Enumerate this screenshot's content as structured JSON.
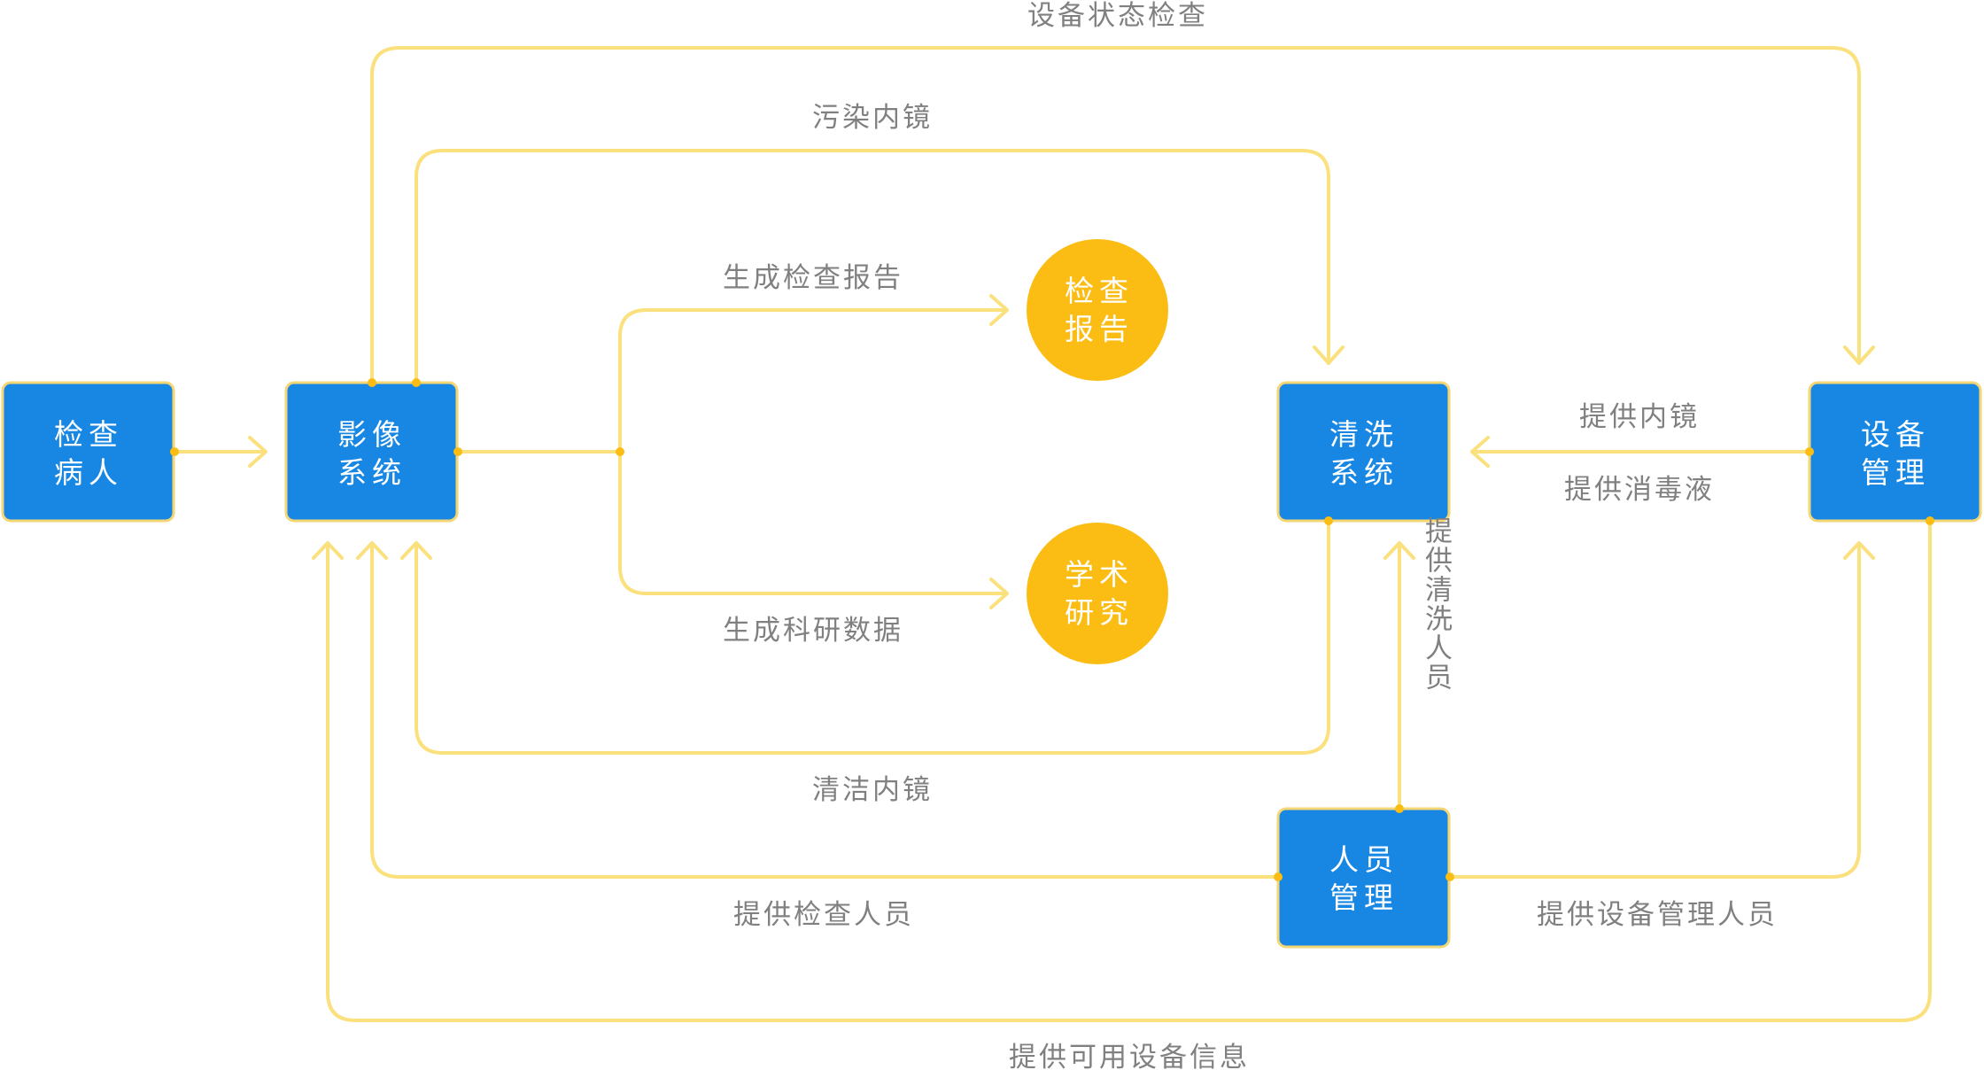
{
  "colors": {
    "node": "#1787e3",
    "node_border": "#f5d675",
    "circle": "#fbbd14",
    "line": "#fbe07e",
    "dot": "#fbbd14",
    "label": "#808080"
  },
  "nodes": {
    "patient": {
      "line1": "检查",
      "line2": "病人"
    },
    "imaging": {
      "line1": "影像",
      "line2": "系统"
    },
    "cleaning": {
      "line1": "清洗",
      "line2": "系统"
    },
    "equipment": {
      "line1": "设备",
      "line2": "管理"
    },
    "personnel": {
      "line1": "人员",
      "line2": "管理"
    },
    "report": {
      "line1": "检查",
      "line2": "报告"
    },
    "research": {
      "line1": "学术",
      "line2": "研究"
    }
  },
  "labels": {
    "equipment_check": "设备状态检查",
    "dirty_scope": "污染内镜",
    "generate_report": "生成检查报告",
    "generate_research": "生成科研数据",
    "clean_scope": "清洁内镜",
    "provide_scope": "提供内镜",
    "provide_disinfectant": "提供消毒液",
    "provide_cleaning_staff": "提供清洗人员",
    "provide_exam_staff": "提供检查人员",
    "provide_equipment_staff": "提供设备管理人员",
    "provide_equipment_info": "提供可用设备信息"
  }
}
